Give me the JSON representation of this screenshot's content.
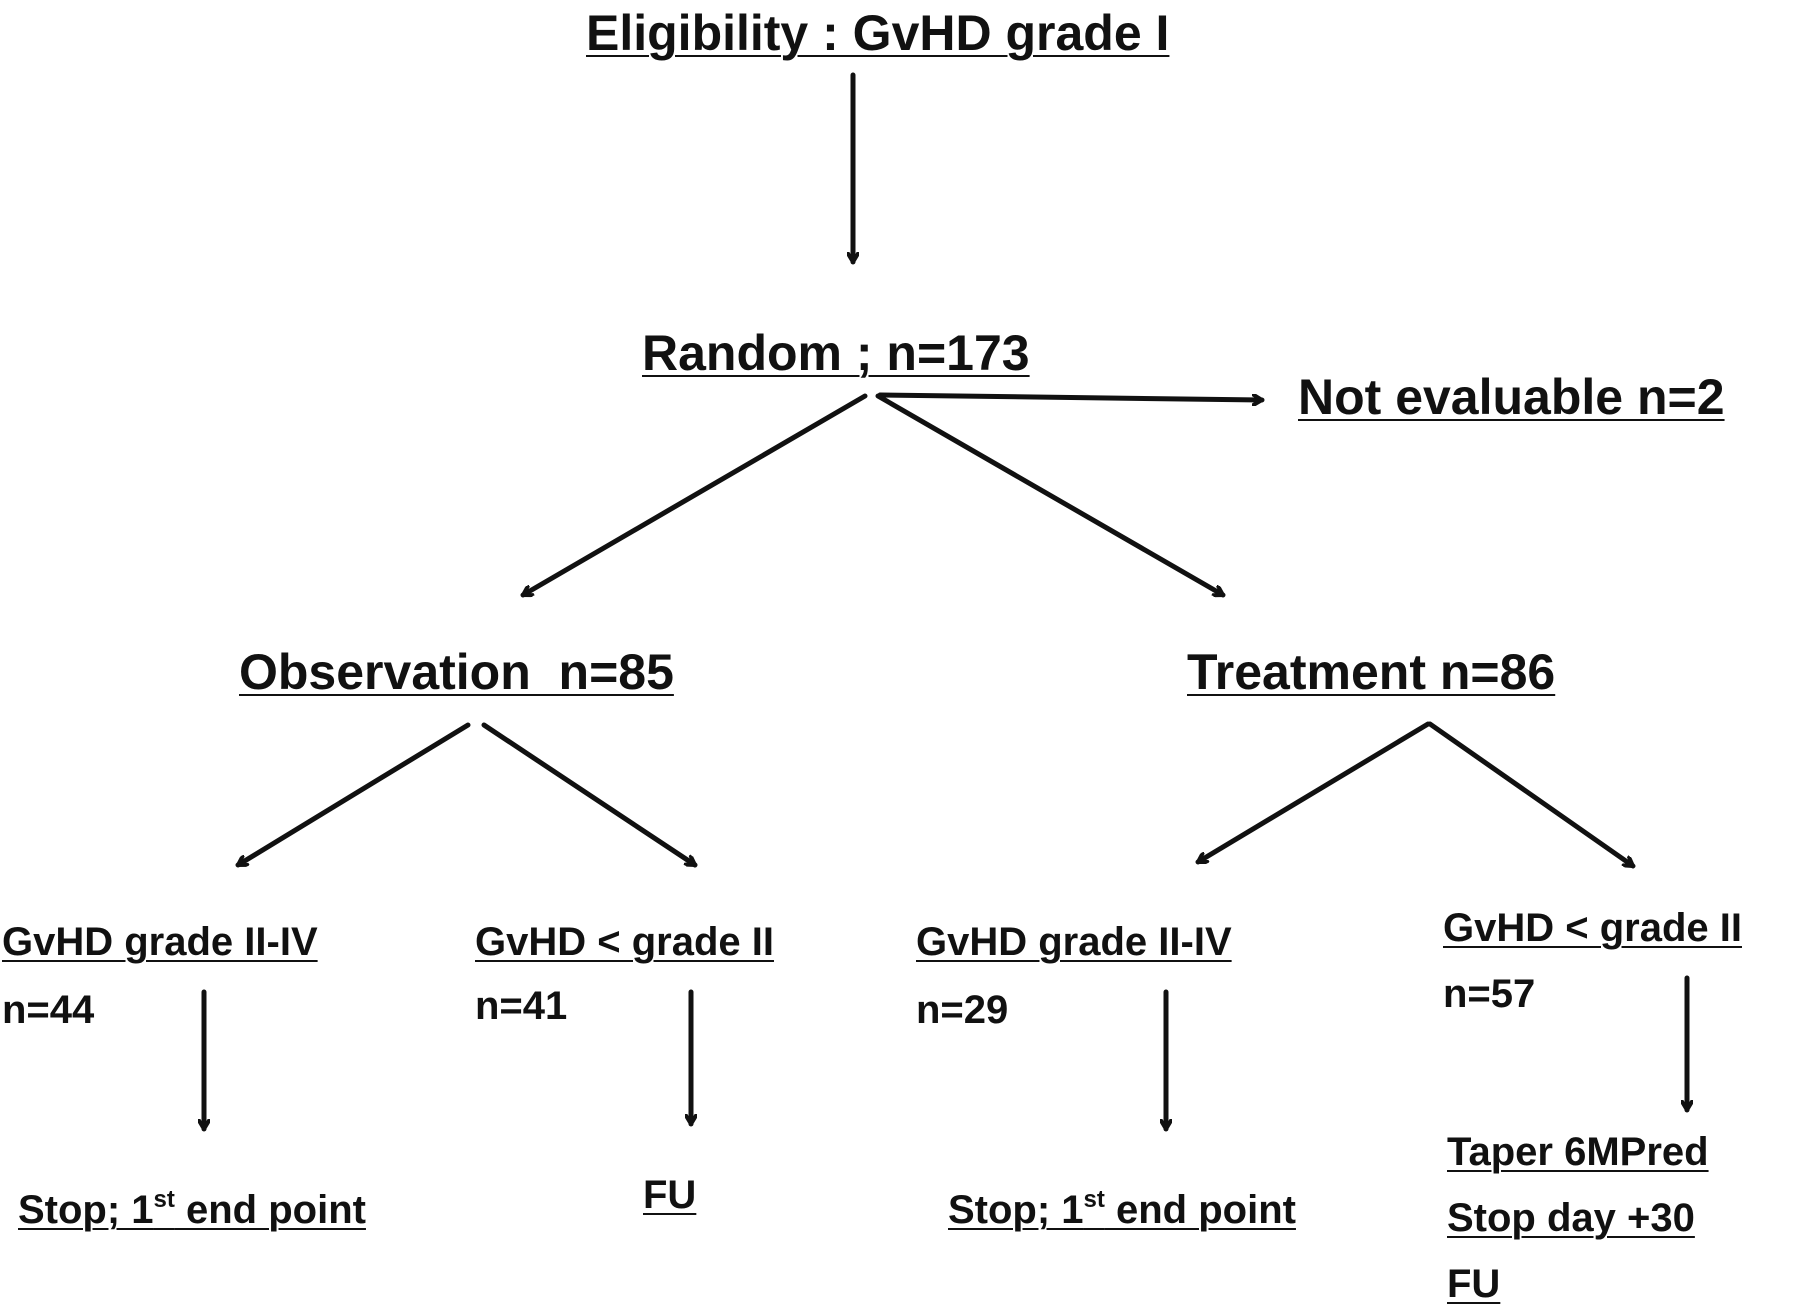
{
  "diagram": {
    "eligibility": "Eligibility : GvHD grade I",
    "random": "Random ; n=173",
    "not_evaluable": "Not evaluable n=2",
    "observation": "Observation  n=85",
    "treatment": "Treatment n=86",
    "obs_severe": {
      "label": "GvHD grade II-IV",
      "count": "n=44"
    },
    "obs_mild": {
      "label": "GvHD < grade II",
      "count": "n=41"
    },
    "trt_severe": {
      "label": "GvHD grade II-IV",
      "count": "n=29"
    },
    "trt_mild": {
      "label": "GvHD < grade II",
      "count": "n=57"
    },
    "obs_severe_outcome": {
      "prefix": "Stop; 1",
      "sup": "st",
      "suffix": " end point"
    },
    "obs_mild_outcome": "FU",
    "trt_severe_outcome": {
      "prefix": "Stop; 1",
      "sup": "st",
      "suffix": " end point"
    },
    "trt_mild_outcome": [
      "Taper 6MPred",
      "Stop day +30",
      "FU"
    ]
  },
  "colors": {
    "ink": "#111111",
    "background": "#ffffff"
  }
}
